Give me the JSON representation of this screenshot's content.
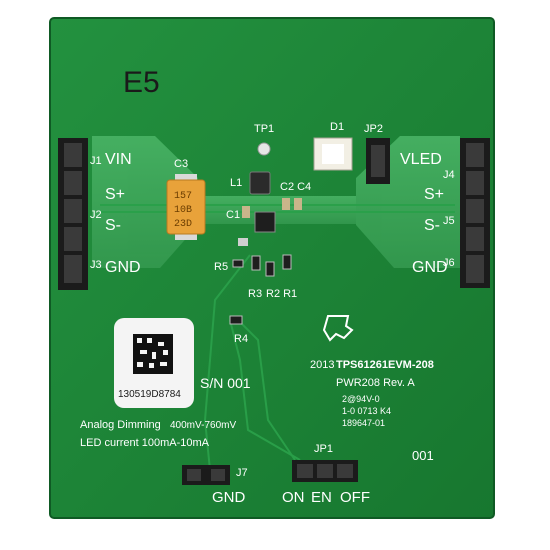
{
  "board": {
    "handwritten_mark": "E5",
    "testpoint_label": "TP1",
    "led_label": "D1",
    "jumper_led_label": "JP2",
    "jumper_en_label": "JP1",
    "connector_labels": {
      "j1": "J1",
      "j2": "J2",
      "j3": "J3",
      "j4": "J4",
      "j5": "J5",
      "j6": "J6",
      "j7": "J7"
    },
    "left_net_labels": {
      "vin": "VIN",
      "splus": "S+",
      "sminus": "S-",
      "gnd": "GND"
    },
    "right_net_labels": {
      "vled": "VLED",
      "splus": "S+",
      "sminus": "S-",
      "gnd": "GND"
    },
    "component_labels": {
      "c1": "C1",
      "c2c4": "C2 C4",
      "c3": "C3",
      "l1": "L1",
      "r5": "R5",
      "r3": "R3",
      "r2r1": "R2 R1",
      "r4": "R4"
    },
    "tantalum_cap_marking": [
      "157",
      "10B",
      "23D"
    ],
    "serial_label": "S/N 001",
    "barcode_text": "130519D8784",
    "year": "2013",
    "model": "TPS61261EVM-208",
    "pwb_rev": "PWR208  Rev. A",
    "fab_lines": [
      "2@94V-0",
      "1-0  0713  K4",
      "189647-01"
    ],
    "analog_dimming_label": "Analog Dimming",
    "analog_dimming_range": "400mV-760mV",
    "led_current_label": "LED current 100mA-10mA",
    "serial_number_right": "001",
    "bottom_labels": {
      "gnd": "GND",
      "on": "ON",
      "en": "EN",
      "off": "OFF"
    }
  },
  "colors": {
    "pcb": "#1f8a3c",
    "pcb_dark": "#14692b",
    "copper_pour": "#3ea85a",
    "silkscreen": "#ffffff",
    "header_black": "#1b1b1b",
    "tantalum_orange": "#e8a23a"
  }
}
